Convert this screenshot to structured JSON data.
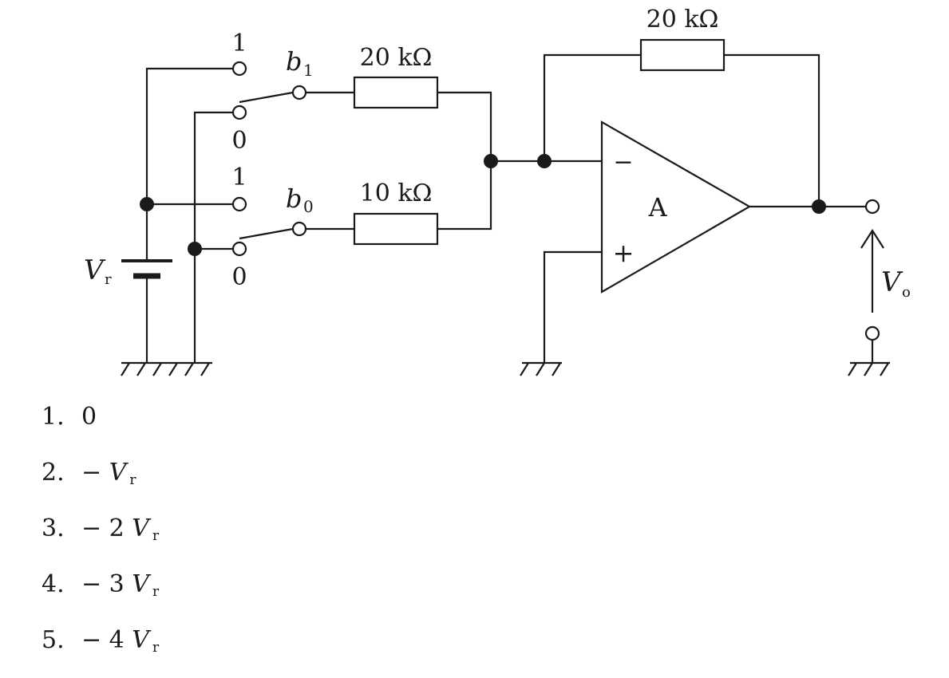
{
  "diagram": {
    "feedback_resistor": "20 kΩ",
    "r1": "20 kΩ",
    "r0": "10 kΩ",
    "switch_b1": {
      "base": "b",
      "sub": "1"
    },
    "switch_b0": {
      "base": "b",
      "sub": "0"
    },
    "pos_1": "1",
    "pos_0": "0",
    "source": {
      "base": "V",
      "sub": "r"
    },
    "output": {
      "base": "V",
      "sub": "o"
    },
    "opamp_label": "A",
    "inverting_sign": "−",
    "noninverting_sign": "+"
  },
  "choices": [
    {
      "num": "1.",
      "prefix": "0",
      "var": "",
      "sub": ""
    },
    {
      "num": "2.",
      "prefix": "− ",
      "var": "V",
      "sub": "r"
    },
    {
      "num": "3.",
      "prefix": "− 2 ",
      "var": "V",
      "sub": "r"
    },
    {
      "num": "4.",
      "prefix": "− 3 ",
      "var": "V",
      "sub": "r"
    },
    {
      "num": "5.",
      "prefix": "− 4 ",
      "var": "V",
      "sub": "r"
    }
  ]
}
